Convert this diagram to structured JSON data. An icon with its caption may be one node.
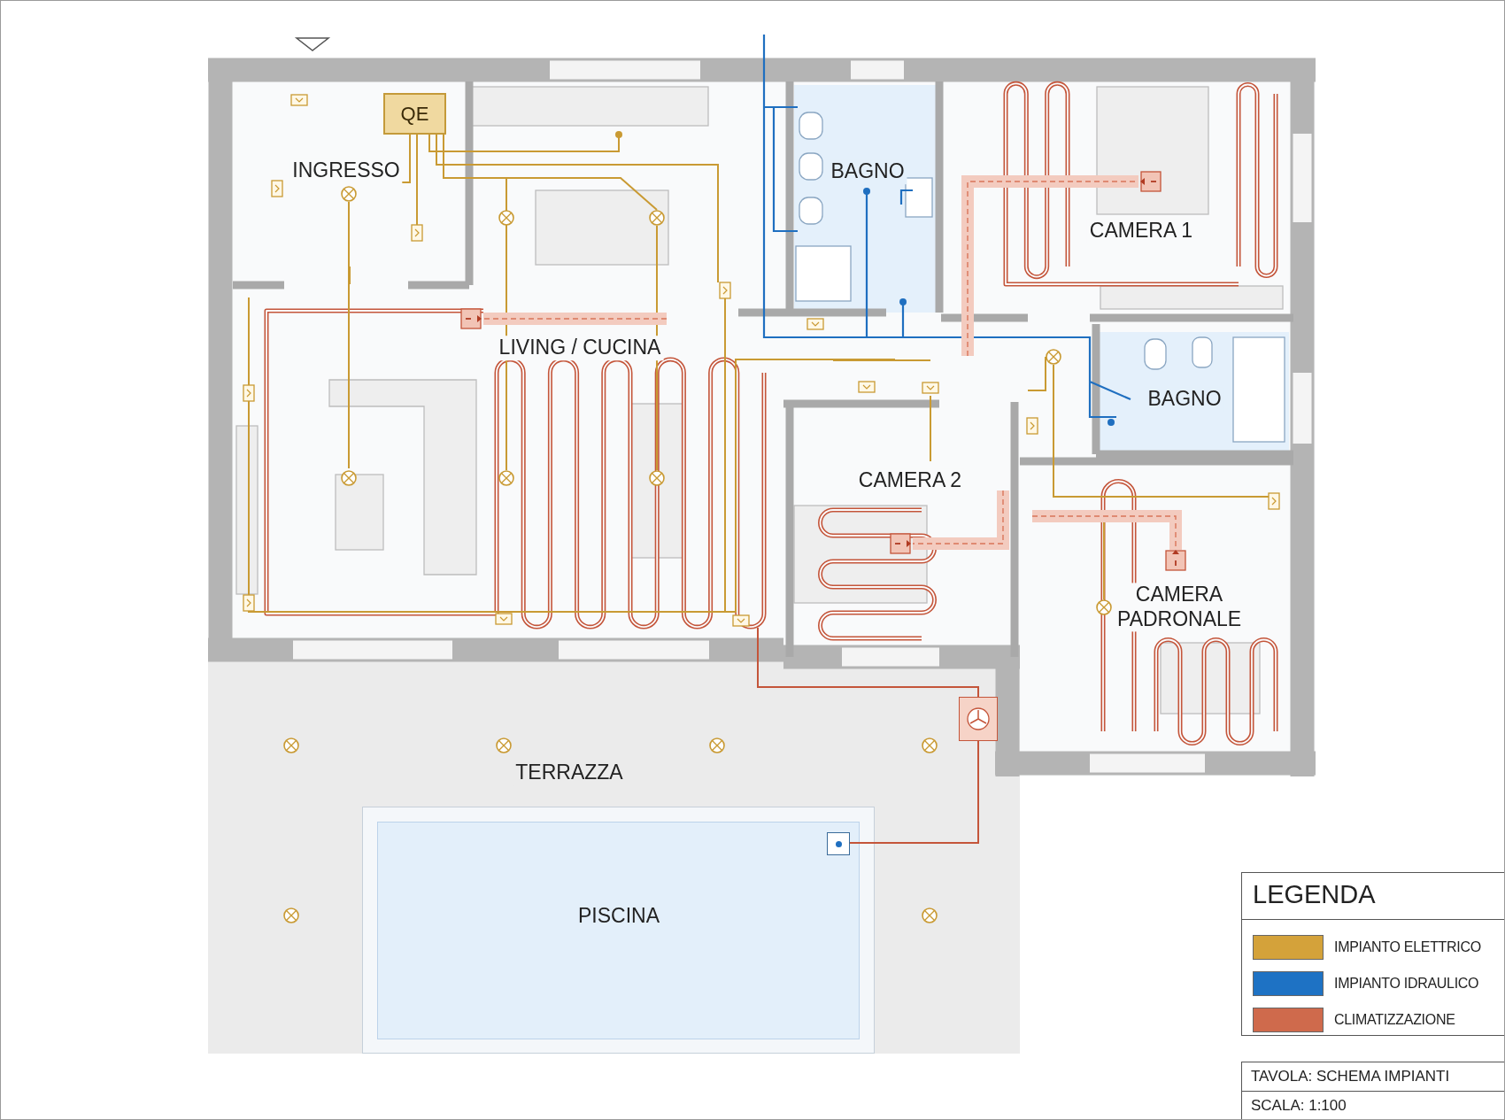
{
  "diagram": {
    "nodes": [
      {
        "text": [
          "QE"
        ]
      },
      {
        "text": [],
        "shape": "box"
      },
      {
        "text": [
          "PISCINA"
        ]
      },
      {
        "text": [],
        "shape": "box",
        "in": 2
      }
    ],
    "edges": [
      {
        "from": null,
        "to": 1,
        "arrow": "none"
      },
      {
        "from": 1,
        "to": 3,
        "arrow": "none"
      }
    ],
    "labels": [
      "INGRESSO",
      "BAGNO",
      "CAMERA 1",
      "LIVING / CUCINA",
      "BAGNO",
      "CAMERA 2",
      "CAMERA PADRONALE",
      "TERRAZZA",
      "LEGENDA",
      "TAVOLA: SCHEMA IMPIANTI",
      "SCALA: 1:100"
    ],
    "legend": [
      {
        "text": "IMPIANTO ELETTRICO",
        "color": "#d4a23a"
      },
      {
        "text": "IMPIANTO IDRAULICO",
        "color": "#1e72c4"
      },
      {
        "text": "CLIMATIZZAZIONE",
        "color": "#cf6a4c"
      }
    ]
  }
}
